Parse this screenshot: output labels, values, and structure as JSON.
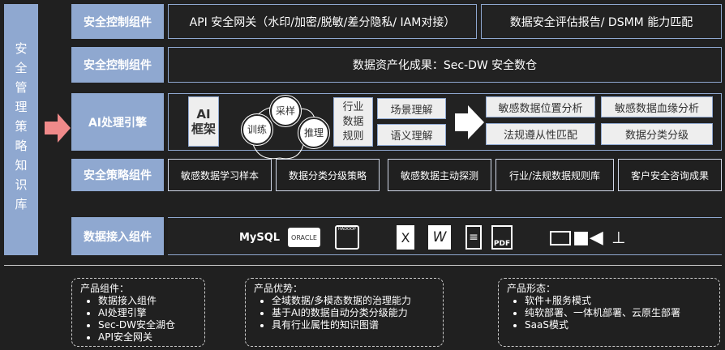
{
  "sidebar": {
    "label": "安全管理策略知识库"
  },
  "rows": {
    "r1": {
      "label": "安全控制组件",
      "items": [
        "API 安全网关（水印/加密/脱敏/差分隐私/ IAM对接）",
        "数据安全评估报告/ DSMM 能力匹配"
      ]
    },
    "r2": {
      "label": "安全控制组件",
      "items": [
        "数据资产化成果：Sec-DW 安全数仓"
      ]
    },
    "r3": {
      "label": "AI处理引擎",
      "ai_frame": "AI\n框架",
      "cycle": [
        "采样",
        "推理",
        "训练"
      ],
      "rules": "行业\n数据\n规则",
      "understand": [
        "场景理解",
        "语义理解"
      ],
      "outputs": [
        "敏感数据位置分析",
        "敏感数据血缘分析",
        "法规遵从性匹配",
        "数据分类分级"
      ]
    },
    "r4": {
      "label": "安全策略组件",
      "items": [
        "敏感数据学习样本",
        "数据分类分级策略",
        "敏感数据主动探测",
        "行业/法规数据规则库",
        "客户安全咨询成果"
      ]
    },
    "r5": {
      "label": "数据接入组件",
      "icons": {
        "mysql": "MySQL",
        "oracle": "ORACLE",
        "hadoop": "HADOOP",
        "excel": "X",
        "word": "W",
        "pdf": "PDF"
      }
    }
  },
  "bottom": [
    {
      "title": "产品组件：",
      "items": [
        "数据接入组件",
        "AI处理引擎",
        "Sec-DW安全湖仓",
        "API安全网关"
      ]
    },
    {
      "title": "产品优势：",
      "items": [
        "全域数据/多模态数据的治理能力",
        "基于AI的数据自动分类分级能力",
        "具有行业属性的知识图谱"
      ]
    },
    {
      "title": "产品形态：",
      "items": [
        "软件+服务模式",
        "纯软部署、一体机部署、云原生部署",
        "SaaS模式"
      ]
    }
  ]
}
